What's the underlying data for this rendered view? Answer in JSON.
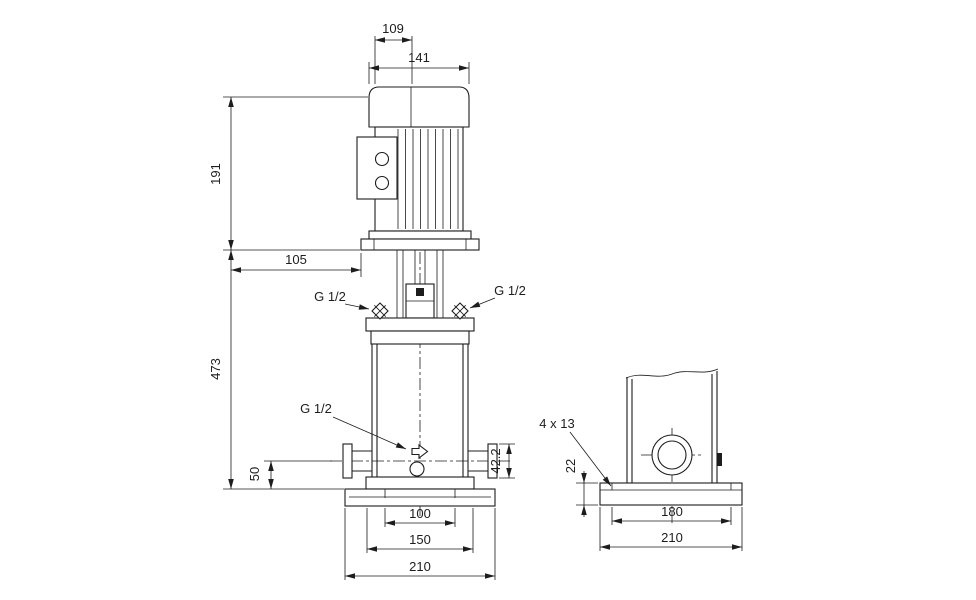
{
  "front_view": {
    "dims": {
      "fan_cover_width": "109",
      "motor_width": "141",
      "motor_height": "191",
      "base_center_offset": "105",
      "pump_height": "473",
      "top_port_left": "G 1/2",
      "top_port_right": "G 1/2",
      "drain_port": "G 1/2",
      "port_center_height": "50",
      "port_flange_size": "42.2",
      "base_slot_spacing": "100",
      "base_flange_width": "150",
      "base_width": "210"
    }
  },
  "side_view": {
    "dims": {
      "mounting_slots": "4 x 13",
      "base_height": "22",
      "slot_spacing": "180",
      "base_width": "210"
    }
  }
}
